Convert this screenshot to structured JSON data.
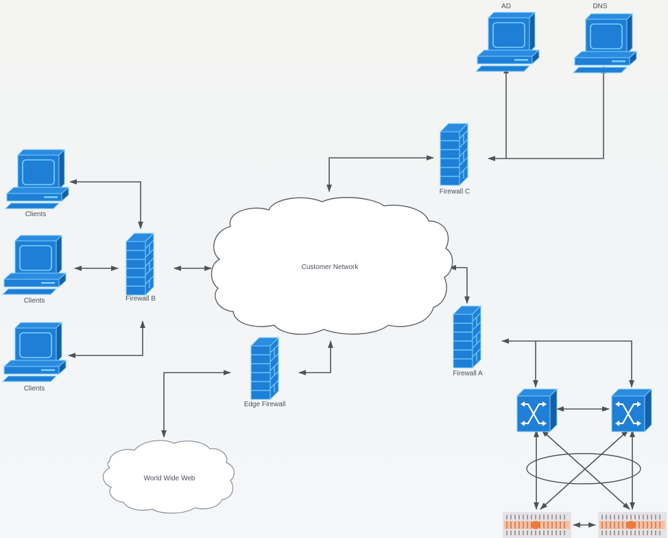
{
  "diagram": {
    "title": "",
    "colors": {
      "device_blue": "#1f7fd6",
      "device_dark": "#155fa8",
      "device_light": "#7fd0ff",
      "line": "#4e535a",
      "label": "#4a4f58",
      "server_orange": "#f07a3c"
    },
    "nodes": {
      "ad": {
        "label": "AD",
        "type": "computer"
      },
      "dns": {
        "label": "DNS",
        "type": "computer"
      },
      "firewall_c": {
        "label": "Firewall C",
        "type": "firewall"
      },
      "client_1": {
        "label": "Clients",
        "type": "computer"
      },
      "client_2": {
        "label": "Clients",
        "type": "computer"
      },
      "client_3": {
        "label": "Clients",
        "type": "computer"
      },
      "firewall_b": {
        "label": "Firewall B",
        "type": "firewall"
      },
      "customer_network": {
        "label": "Customer Network",
        "type": "cloud"
      },
      "firewall_a": {
        "label": "Firewall A",
        "type": "firewall"
      },
      "edge_firewall": {
        "label": "Edge Firewall",
        "type": "firewall"
      },
      "world_wide_web": {
        "label": "World Wide Web",
        "type": "cloud"
      },
      "switch_1": {
        "label": "",
        "type": "switch"
      },
      "switch_2": {
        "label": "",
        "type": "switch"
      },
      "server_1": {
        "label": "",
        "type": "server-rack"
      },
      "server_2": {
        "label": "",
        "type": "server-rack"
      }
    },
    "edges": [
      {
        "from": "firewall_c",
        "to": "ad"
      },
      {
        "from": "firewall_c",
        "to": "dns"
      },
      {
        "from": "firewall_c",
        "to": "customer_network"
      },
      {
        "from": "firewall_b",
        "to": "client_1"
      },
      {
        "from": "firewall_b",
        "to": "client_2"
      },
      {
        "from": "firewall_b",
        "to": "client_3"
      },
      {
        "from": "firewall_b",
        "to": "customer_network"
      },
      {
        "from": "firewall_a",
        "to": "customer_network"
      },
      {
        "from": "edge_firewall",
        "to": "customer_network"
      },
      {
        "from": "edge_firewall",
        "to": "world_wide_web"
      },
      {
        "from": "firewall_a",
        "to": "switch_1"
      },
      {
        "from": "firewall_a",
        "to": "switch_2"
      },
      {
        "from": "switch_1",
        "to": "switch_2"
      },
      {
        "from": "switch_1",
        "to": "server_1"
      },
      {
        "from": "switch_1",
        "to": "server_2"
      },
      {
        "from": "switch_2",
        "to": "server_1"
      },
      {
        "from": "switch_2",
        "to": "server_2"
      },
      {
        "from": "server_1",
        "to": "server_2"
      }
    ]
  }
}
